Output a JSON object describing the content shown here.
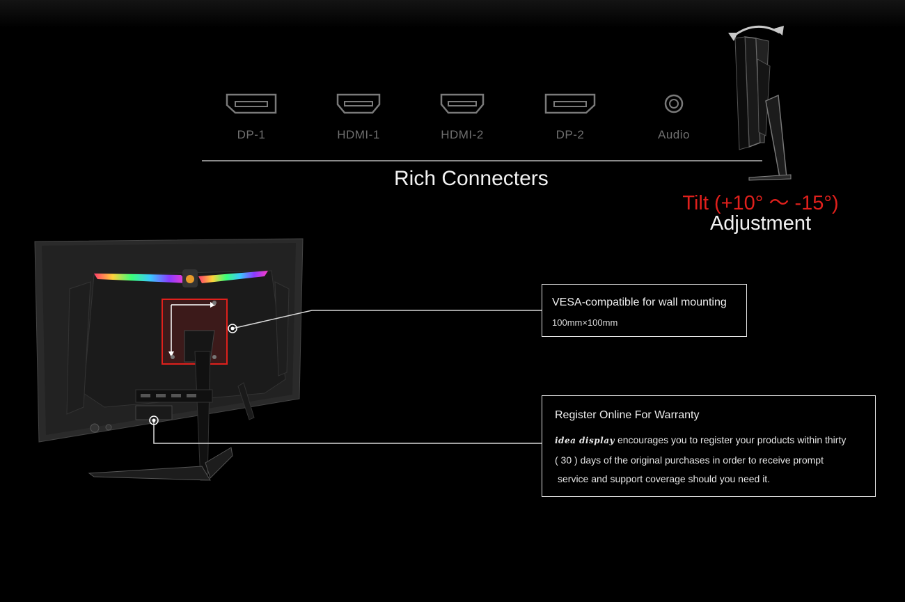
{
  "connectors": {
    "items": [
      {
        "label": "DP-1",
        "icon": "displayport-icon"
      },
      {
        "label": "HDMI-1",
        "icon": "hdmi-icon"
      },
      {
        "label": "HDMI-2",
        "icon": "hdmi-icon"
      },
      {
        "label": "DP-2",
        "icon": "displayport-icon"
      },
      {
        "label": "Audio",
        "icon": "audio-jack-icon"
      }
    ],
    "title": "Rich Connecters"
  },
  "tilt": {
    "title": "Tilt (+10° ～ -15°)",
    "subtitle": "Adjustment"
  },
  "vesa": {
    "title": "VESA-compatible for wall mounting",
    "size": "100mm×100mm"
  },
  "warranty": {
    "title": "Register Online For Warranty",
    "brand": "idea display",
    "line1": "encourages you to register your products within thirty",
    "line2": "( 30 ) days of the original purchases in order to receive prompt",
    "line3": "service and support coverage should you need it."
  },
  "colors": {
    "background": "#000000",
    "accent_red": "#e0201c",
    "muted_gray": "#707070"
  }
}
